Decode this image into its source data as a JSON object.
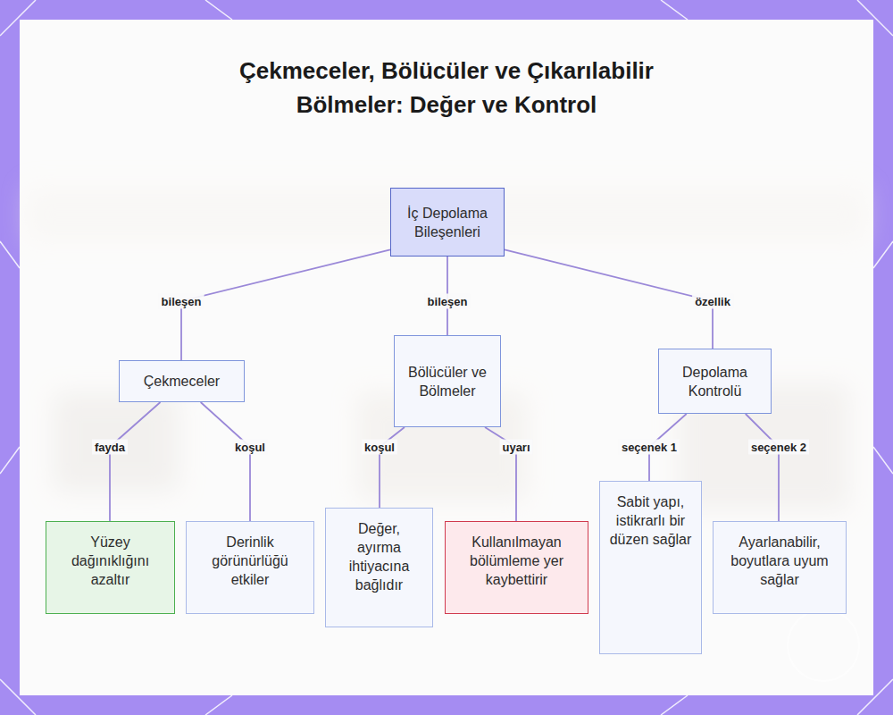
{
  "diagram": {
    "title": "Çekmeceler, Bölücüler ve Çıkarılabilir Bölmeler: Değer ve Kontrol",
    "nodes": [
      {
        "text": [
          "İç Depolama Bileşenleri"
        ]
      },
      {
        "text": [
          "Çekmeceler"
        ]
      },
      {
        "text": [
          "Bölücüler ve Bölmeler"
        ]
      },
      {
        "text": [
          "Depolama Kontrolü"
        ]
      },
      {
        "text": [
          "Yüzey dağınıklığını azaltır"
        ]
      },
      {
        "text": [
          "Derinlik görünürlüğü etkiler"
        ]
      },
      {
        "text": [
          "Değer, ayırma ihtiyacına bağlıdır"
        ]
      },
      {
        "text": [
          "Kullanılmayan bölümleme yer kaybettirir"
        ]
      },
      {
        "text": [
          "Sabit yapı, istikrarlı bir düzen sağlar"
        ]
      },
      {
        "text": [
          "Ayarlanabilir, boyutlara uyum sağlar"
        ]
      }
    ],
    "edges": [
      {
        "from": 0,
        "to": 1,
        "label": "bileşen",
        "arrow": "none"
      },
      {
        "from": 0,
        "to": 2,
        "label": "bileşen",
        "arrow": "none"
      },
      {
        "from": 0,
        "to": 3,
        "label": "özellik",
        "arrow": "none"
      },
      {
        "from": 1,
        "to": 4,
        "label": "fayda",
        "arrow": "none"
      },
      {
        "from": 1,
        "to": 5,
        "label": "koşul",
        "arrow": "none"
      },
      {
        "from": 2,
        "to": 6,
        "label": "koşul",
        "arrow": "none"
      },
      {
        "from": 2,
        "to": 7,
        "label": "uyarı",
        "arrow": "none"
      },
      {
        "from": 3,
        "to": 8,
        "label": "seçenek 1",
        "arrow": "none"
      },
      {
        "from": 3,
        "to": 9,
        "label": "seçenek 2",
        "arrow": "none"
      }
    ]
  }
}
